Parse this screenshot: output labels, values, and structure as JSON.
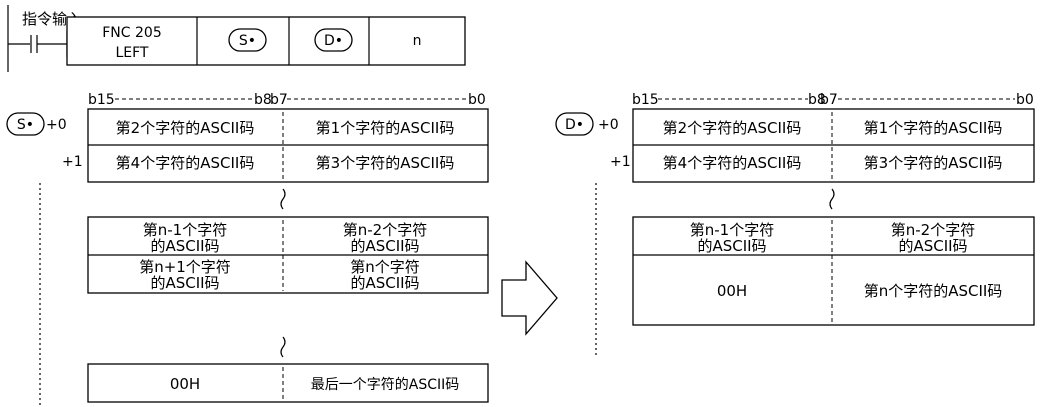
{
  "instruction": {
    "input_label": "指令输入",
    "fnc": "FNC 205",
    "mnemonic": "LEFT",
    "s_operand": "S•",
    "d_operand": "D•",
    "n_operand": "n"
  },
  "source": {
    "operand": "S•",
    "bit_header": {
      "b15": "b15",
      "b8": "b8",
      "b7": "b7",
      "b0": "b0"
    },
    "offset0": "+0",
    "offset1": "+1",
    "rows": [
      {
        "high": "第2个字符的ASCII码",
        "low": "第1个字符的ASCII码"
      },
      {
        "high": "第4个字符的ASCII码",
        "low": "第3个字符的ASCII码"
      }
    ],
    "mid_rows": [
      {
        "high": [
          "第n-1个字符",
          "的ASCII码"
        ],
        "low": [
          "第n-2个字符",
          "的ASCII码"
        ]
      },
      {
        "high": [
          "第n+1个字符",
          "的ASCII码"
        ],
        "low": [
          "第n个字符",
          "的ASCII码"
        ]
      }
    ],
    "last_row": {
      "high": "00H",
      "low": "最后一个字符的ASCII码"
    }
  },
  "destination": {
    "operand": "D•",
    "bit_header": {
      "b15": "b15",
      "b8": "b8",
      "b7": "b7",
      "b0": "b0"
    },
    "offset0": "+0",
    "offset1": "+1",
    "rows": [
      {
        "high": "第2个字符的ASCII码",
        "low": "第1个字符的ASCII码"
      },
      {
        "high": "第4个字符的ASCII码",
        "low": "第3个字符的ASCII码"
      }
    ],
    "mid_row": {
      "high": [
        "第n-1个字符",
        "的ASCII码"
      ],
      "low": [
        "第n-2个字符",
        "的ASCII码"
      ]
    },
    "last_row": {
      "high": "00H",
      "low": "第n个字符的ASCII码"
    }
  }
}
